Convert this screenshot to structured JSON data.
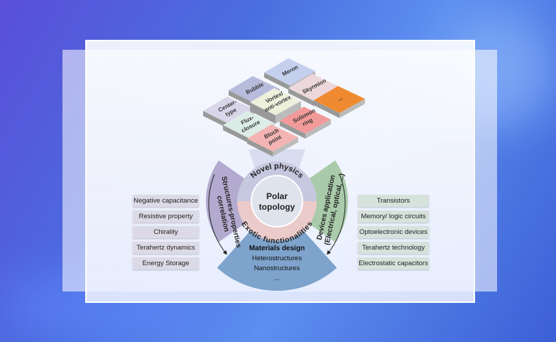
{
  "tiles": [
    {
      "label1": "Center-",
      "label2": "type",
      "color": "#d9d6ea"
    },
    {
      "label1": "Bubble",
      "label2": "",
      "color": "#b8bcdc"
    },
    {
      "label1": "Meron",
      "label2": "",
      "color": "#c4d0ee"
    },
    {
      "label1": "Vortex/",
      "label2": "anti-vortex",
      "color": "#eef0dc"
    },
    {
      "label1": "Skyrmion",
      "label2": "",
      "color": "#ecd8dc"
    },
    {
      "label1": "...",
      "label2": "",
      "color": "#f08a30"
    },
    {
      "label1": "Flux-",
      "label2": "closure",
      "color": "#dcece6"
    },
    {
      "label1": "Solomon",
      "label2": "ring",
      "color": "#f29a9a"
    },
    {
      "label1": "Bloch",
      "label2": "point",
      "color": "#f4b4b4"
    }
  ],
  "center": {
    "line1": "Polar",
    "line2": "topology",
    "top": "Novel physics",
    "bottom": "Exotic functionalities"
  },
  "left_wedge": {
    "line1": "Structures-properties",
    "line2": "correlation"
  },
  "right_wedge": {
    "line1": "Devices application",
    "line2": "(Electrical, optical, ...)"
  },
  "bottom_wedge": {
    "title": "Materials design",
    "items": [
      "Heterostructures",
      "Nanostructures",
      "..."
    ]
  },
  "left_items": [
    "Negative capacitance",
    "Resistive property",
    "Chirality",
    "Terahertz dynamics",
    "Energy Storage"
  ],
  "right_items": [
    "Transistors",
    "Memory/ logic circuits",
    "Optoelectronic devices",
    "Terahertz technology",
    "Electrostatic capacitors"
  ]
}
